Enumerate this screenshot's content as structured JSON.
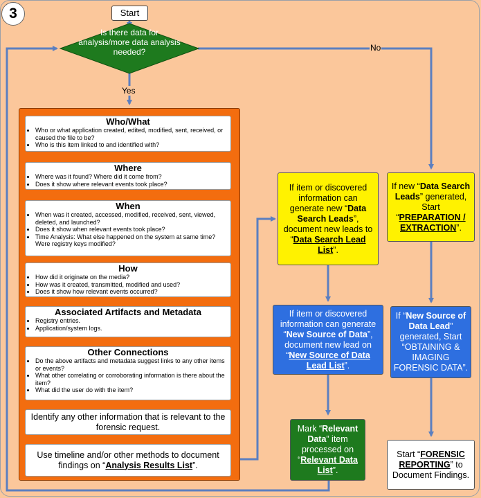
{
  "badge": "3",
  "start": "Start",
  "decision": "Is there data for analysis/more data analysis needed?",
  "yes": "Yes",
  "no": "No",
  "who_what": {
    "title": "Who/What",
    "bullets": [
      "Who or what application created, edited, modified, sent, received, or caused the file to be?",
      "Who is this item linked to and identified with?"
    ]
  },
  "where": {
    "title": "Where",
    "bullets": [
      "Where was it found? Where did it come from?",
      "Does it show where relevant events took place?"
    ]
  },
  "when": {
    "title": "When",
    "bullets": [
      "When was it created, accessed, modified, received, sent, viewed, deleted, and launched?",
      "Does it show when relevant events took place?",
      "Time Analysis: What else happened on the system at same time? Were registry keys modified?"
    ]
  },
  "how": {
    "title": "How",
    "bullets": [
      "How did it originate on the media?",
      "How was it created, transmitted, modified and used?",
      "Does it show how relevant events occurred?"
    ]
  },
  "artifacts": {
    "title": "Associated Artifacts and Metadata",
    "bullets": [
      "Registry entries.",
      "Application/system logs."
    ]
  },
  "other": {
    "title": "Other Connections",
    "bullets": [
      "Do the above artifacts and metadata suggest links to any other items or events?",
      "What other correlating or corroborating information is there about the item?",
      "What did the user do with the item?"
    ]
  },
  "identify": "Identify any other information that is relevant to the forensic request.",
  "timeline": {
    "pre": "Use timeline and/or other methods to document findings on “",
    "link": "Analysis Results List",
    "post": "”."
  },
  "ds_leads": {
    "p1": "If item or discovered information can generate new “",
    "b1": "Data Search Leads",
    "p2": "”, document new leads to “",
    "link": "Data Search Lead List",
    "p3": "”."
  },
  "new_source": {
    "p1": "If item or discovered information can generate “",
    "b1": "New Source of Data",
    "p2": "”, document new lead on “",
    "link": "New Source of Data Lead List",
    "p3": "”."
  },
  "mark": {
    "p1": "Mark “",
    "b1": "Relevant Data",
    "p2": "” item processed on “",
    "link": "Relevant Data List",
    "p3": "”."
  },
  "prep": {
    "p1": "If new “",
    "b1": "Data Search Leads",
    "p2": "” generated, Start “",
    "link": "PREPARATION / EXTRACTION",
    "p3": "”."
  },
  "obtain": {
    "p1": "If “",
    "b1": "New Source of Data Lead",
    "p2": "” generated, Start “",
    "link": "OBTAINING & IMAGING FORENSIC DATA",
    "p3": "”."
  },
  "report": {
    "p1": "Start “",
    "link": "FORENSIC REPORTING",
    "p2": "” to Document Findings."
  },
  "colors": {
    "background": "#fbc79b",
    "orange": "#f36d0f",
    "yellow": "#fff200",
    "blue": "#2e6fe0",
    "green": "#1e7a1e",
    "decision": "#1e7a1e",
    "connector": "#5b7fc0"
  }
}
